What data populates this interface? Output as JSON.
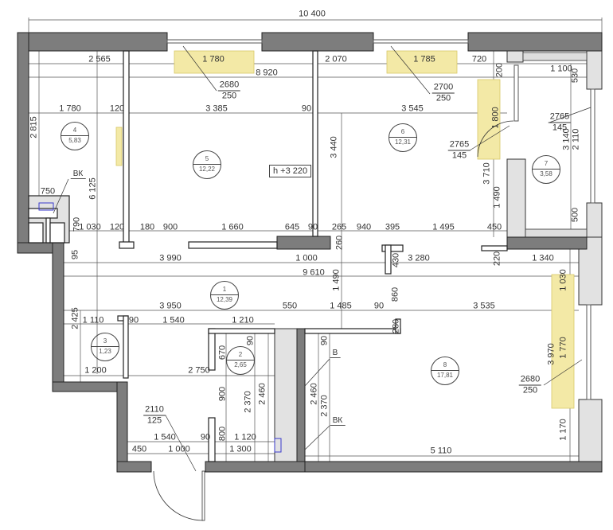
{
  "plan": {
    "ceiling_height": "h +3 220",
    "colors": {
      "wall": "#7d7d7d",
      "light_wall": "#e2e2e2",
      "radiator": "#f3e9a6",
      "line": "#333333",
      "plumbing": "#3a3acc"
    },
    "overall_width": "10 400",
    "dimensions": [
      "2 565",
      "1 780",
      "8 920",
      "2 070",
      "1 785",
      "720",
      "200",
      "1 100",
      "530",
      "1 780",
      "120",
      "3 385",
      "90",
      "3 545",
      "1 800",
      "2 815",
      "3 440",
      "3 140",
      "2 110",
      "3 710",
      "1 490",
      "500",
      "750",
      "6 125",
      "790",
      "1 030",
      "120",
      "180",
      "900",
      "1 660",
      "645",
      "90",
      "265",
      "940",
      "395",
      "1 495",
      "450",
      "260",
      "95",
      "3 990",
      "1 000",
      "430",
      "3 280",
      "220",
      "1 340",
      "9 610",
      "1 030",
      "1 490",
      "860",
      "3 950",
      "550",
      "1 485",
      "90",
      "3 535",
      "2 425",
      "1 110",
      "90",
      "1 540",
      "1 210",
      "280",
      "670",
      "90",
      "90",
      "3 970",
      "1 770",
      "1 200",
      "2 750",
      "900",
      "2 370",
      "2 460",
      "2 460",
      "2 370",
      "1 170",
      "1 540",
      "90",
      "800",
      "1 120",
      "450",
      "1 000",
      "1 300",
      "5 110"
    ],
    "windows": [
      {
        "height": "2680",
        "sill": "250"
      },
      {
        "height": "2700",
        "sill": "250"
      },
      {
        "height": "2765",
        "sill": "145"
      },
      {
        "height": "2765",
        "sill": "145"
      },
      {
        "height": "2680",
        "sill": "250"
      },
      {
        "height": "2110",
        "sill": "125"
      }
    ],
    "rooms": [
      {
        "number": "4",
        "area": "5,83"
      },
      {
        "number": "5",
        "area": "12,22"
      },
      {
        "number": "6",
        "area": "12,31"
      },
      {
        "number": "7",
        "area": "3,58"
      },
      {
        "number": "1",
        "area": "12,39"
      },
      {
        "number": "3",
        "area": "1,23"
      },
      {
        "number": "2",
        "area": "2,65"
      },
      {
        "number": "8",
        "area": "17,81"
      }
    ],
    "callouts": [
      "ВК",
      "В",
      "ВК"
    ]
  }
}
